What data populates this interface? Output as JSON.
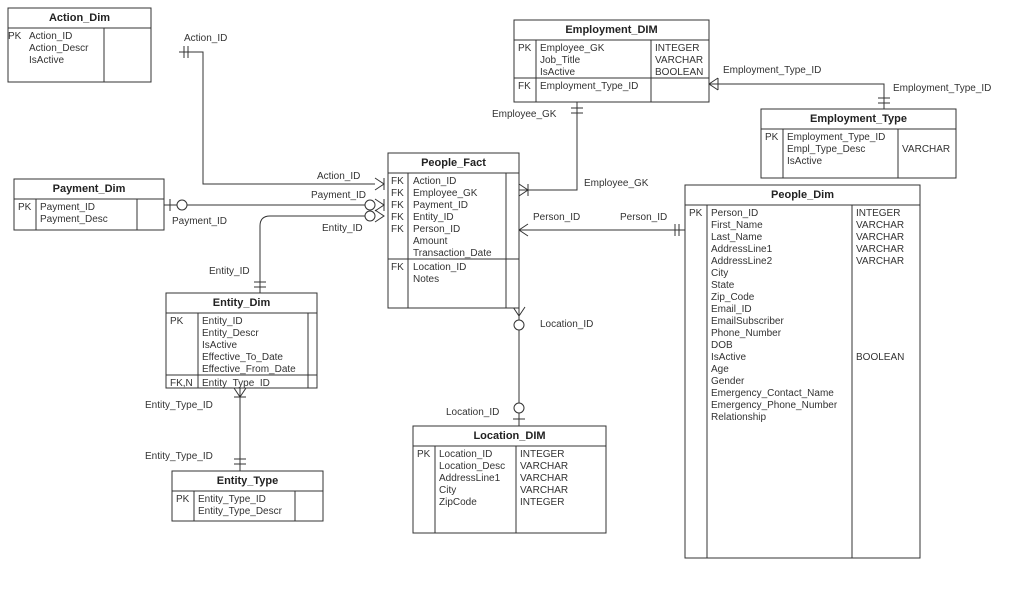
{
  "entities": [
    {
      "key": "action_dim",
      "title": "Action_Dim",
      "sections": [
        {
          "key": "pk",
          "ids": [
            "PK",
            "",
            ""
          ],
          "cols": [
            "Action_ID",
            "Action_Descr",
            "IsActive"
          ],
          "types": []
        }
      ]
    },
    {
      "key": "employment_dim",
      "title": "Employment_DIM",
      "sections": [
        {
          "key": "a",
          "ids": [
            "PK",
            "",
            ""
          ],
          "cols": [
            "Employee_GK",
            "Job_Title",
            "IsActive"
          ],
          "types": [
            "INTEGER",
            "VARCHAR",
            "BOOLEAN"
          ]
        },
        {
          "key": "b",
          "ids": [
            "FK"
          ],
          "cols": [
            "Employment_Type_ID"
          ],
          "types": []
        }
      ]
    },
    {
      "key": "employment_type",
      "title": "Employment_Type",
      "sections": [
        {
          "key": "pk",
          "ids": [
            "PK",
            "",
            ""
          ],
          "cols": [
            "Employment_Type_ID",
            "Empl_Type_Desc",
            "IsActive"
          ],
          "types": [
            "",
            "VARCHAR",
            ""
          ]
        }
      ]
    },
    {
      "key": "payment_dim",
      "title": "Payment_Dim",
      "sections": [
        {
          "key": "pk",
          "ids": [
            "PK",
            ""
          ],
          "cols": [
            "Payment_ID",
            "Payment_Desc"
          ],
          "types": []
        }
      ]
    },
    {
      "key": "people_fact",
      "title": "People_Fact",
      "sections": [
        {
          "key": "a",
          "ids": [
            "FK",
            "FK",
            "FK",
            "FK",
            "FK",
            "",
            ""
          ],
          "cols": [
            "Action_ID",
            "Employee_GK",
            "Payment_ID",
            "Entity_ID",
            "Person_ID",
            "Amount",
            "Transaction_Date"
          ],
          "types": []
        },
        {
          "key": "b",
          "ids": [
            "FK",
            ""
          ],
          "cols": [
            "Location_ID",
            "Notes"
          ],
          "types": []
        }
      ]
    },
    {
      "key": "people_dim",
      "title": "People_Dim",
      "sections": [
        {
          "key": "pk",
          "ids": [
            "PK",
            "",
            "",
            "",
            "",
            "",
            "",
            "",
            "",
            "",
            "",
            "",
            "",
            "",
            "",
            "",
            "",
            "",
            ""
          ],
          "cols": [
            "Person_ID",
            "First_Name",
            "Last_Name",
            "AddressLine1",
            "AddressLine2",
            "City",
            "State",
            "Zip_Code",
            "Email_ID",
            "EmailSubscriber",
            "Phone_Number",
            "DOB",
            "IsActive",
            "Age",
            "Gender",
            "Emergency_Contact_Name",
            "Emergency_Phone_Number",
            "Relationship"
          ],
          "types": [
            "INTEGER",
            "VARCHAR",
            "VARCHAR",
            "VARCHAR",
            "VARCHAR",
            "",
            "",
            "",
            "",
            "",
            "",
            "",
            "BOOLEAN"
          ]
        }
      ]
    },
    {
      "key": "entity_dim",
      "title": "Entity_Dim",
      "sections": [
        {
          "key": "a",
          "ids": [
            "PK",
            "",
            "",
            "",
            "",
            ""
          ],
          "cols": [
            "Entity_ID",
            "Entity_Descr",
            "IsActive",
            "Effective_To_Date",
            "Effective_From_Date"
          ],
          "types": []
        },
        {
          "key": "b",
          "ids": [
            "FK,N"
          ],
          "cols": [
            "Entity_Type_ID"
          ],
          "types": []
        }
      ]
    },
    {
      "key": "entity_type",
      "title": "Entity_Type",
      "sections": [
        {
          "key": "pk",
          "ids": [
            "PK",
            ""
          ],
          "cols": [
            "Entity_Type_ID",
            "Entity_Type_Descr"
          ],
          "types": []
        }
      ]
    },
    {
      "key": "location_dim",
      "title": "Location_DIM",
      "sections": [
        {
          "key": "pk",
          "ids": [
            "PK",
            "",
            "",
            "",
            ""
          ],
          "cols": [
            "Location_ID",
            "Location_Desc",
            "AddressLine1",
            "City",
            "ZipCode"
          ],
          "types": [
            "INTEGER",
            "VARCHAR",
            "VARCHAR",
            "VARCHAR",
            "INTEGER"
          ]
        }
      ]
    }
  ],
  "relationship_labels": [
    {
      "key": "action_id_top",
      "text": "Action_ID"
    },
    {
      "key": "action_id_fact",
      "text": "Action_ID"
    },
    {
      "key": "employee_gk_emp",
      "text": "Employee_GK"
    },
    {
      "key": "employee_gk_fact",
      "text": "Employee_GK"
    },
    {
      "key": "employment_type_id_a",
      "text": "Employment_Type_ID"
    },
    {
      "key": "employment_type_id_b",
      "text": "Employment_Type_ID"
    },
    {
      "key": "payment_id_fact",
      "text": "Payment_ID"
    },
    {
      "key": "payment_id_dim",
      "text": "Payment_ID"
    },
    {
      "key": "entity_id_fact",
      "text": "Entity_ID"
    },
    {
      "key": "entity_id_dim",
      "text": "Entity_ID"
    },
    {
      "key": "person_id_fact",
      "text": "Person_ID"
    },
    {
      "key": "person_id_dim",
      "text": "Person_ID"
    },
    {
      "key": "location_id_fact",
      "text": "Location_ID"
    },
    {
      "key": "location_id_dim",
      "text": "Location_ID"
    },
    {
      "key": "entity_type_id_a",
      "text": "Entity_Type_ID"
    },
    {
      "key": "entity_type_id_b",
      "text": "Entity_Type_ID"
    }
  ]
}
